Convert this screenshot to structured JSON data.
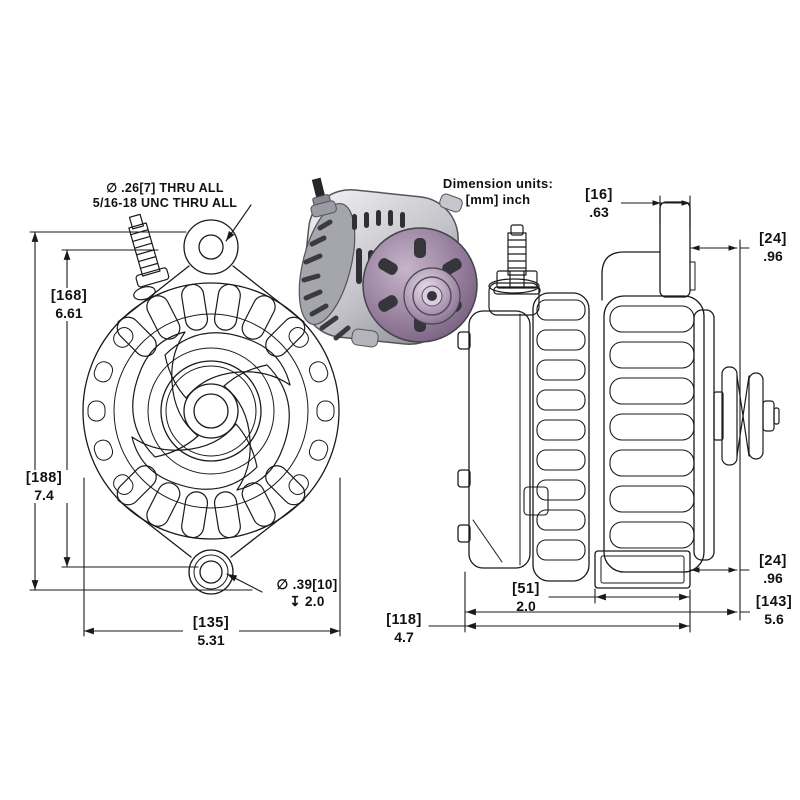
{
  "notes": {
    "top_hole": {
      "line1": "∅ .26[7] THRU ALL",
      "line2": "5/16-18 UNC   THRU ALL"
    },
    "units": {
      "line1": "Dimension units:",
      "line2": "[mm]  inch"
    },
    "bottom_hole": {
      "line1": "∅ .39[10]",
      "line2": "↧ 2.0"
    }
  },
  "dims": {
    "front_height_overall": {
      "mm": "[188]",
      "inch": "7.4"
    },
    "front_hole_spacing": {
      "mm": "[168]",
      "inch": "6.61"
    },
    "front_width": {
      "mm": "[135]",
      "inch": "5.31"
    },
    "side_ear_width": {
      "mm": "[16]",
      "inch": ".63"
    },
    "side_ear_offset": {
      "mm": "[24]",
      "inch": ".96"
    },
    "side_foot_offset": {
      "mm": "[24]",
      "inch": ".96"
    },
    "side_foot_width": {
      "mm": "[51]",
      "inch": "2.0"
    },
    "side_body_length": {
      "mm": "[118]",
      "inch": "4.7"
    },
    "side_overall_length": {
      "mm": "[143]",
      "inch": "5.6"
    }
  },
  "colors": {
    "line": "#1a1a1a",
    "background": "#ffffff",
    "render_body": "#c2c2c8",
    "render_cover": "#8d7594",
    "render_pulley": "#a08aa6"
  }
}
